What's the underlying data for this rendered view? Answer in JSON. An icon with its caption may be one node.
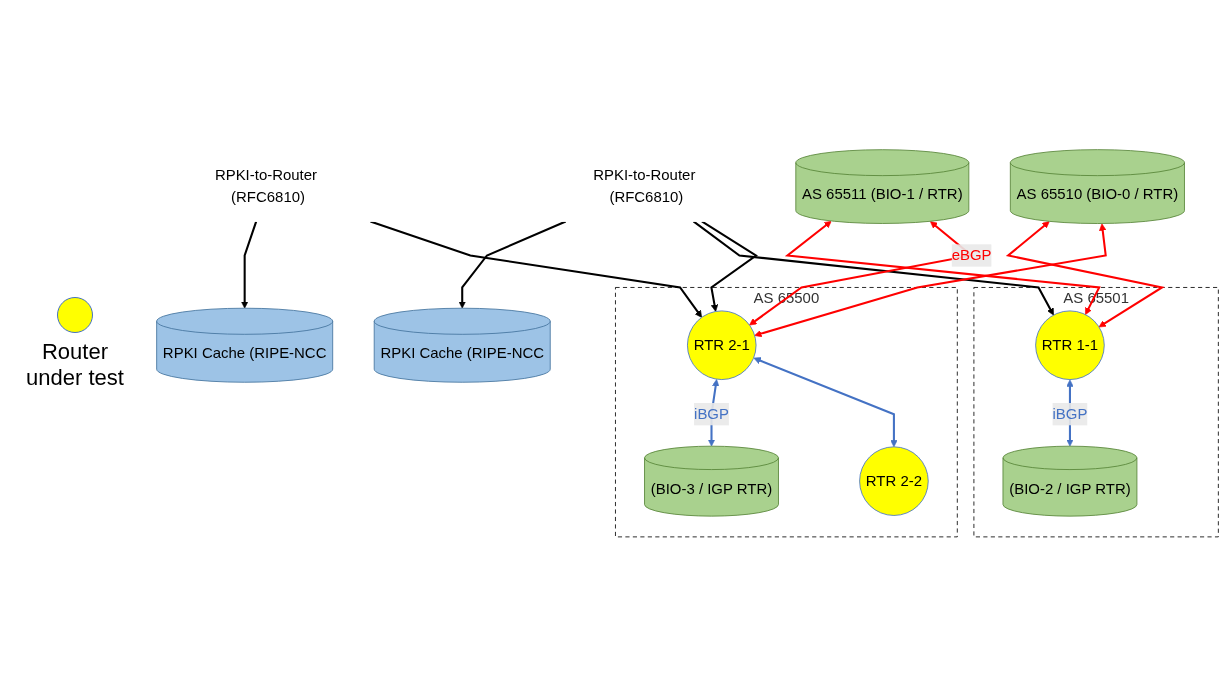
{
  "diagram": {
    "nodes": [
      {
        "text": [
          "RPKI Cache (RIPE-NCC"
        ]
      },
      {
        "text": [
          "AS 65511 (BIO-1 / RTR)"
        ]
      },
      {
        "text": [
          "AS 65510 (BIO-0 / RTR)"
        ]
      },
      {
        "text": [
          "RPKI Cache (RIPE-NCC"
        ]
      },
      {
        "text": [
          "RPKI-to-Router (RFC6810)"
        ]
      },
      {
        "text": [
          "RPKI-to-Router (RFC6810)"
        ]
      },
      {
        "text": [
          "AS 65501"
        ]
      },
      {
        "text": [
          "RTR 1-1"
        ],
        "in": 6
      },
      {
        "text": [
          "(BIO-2 / IGP RTR)"
        ],
        "in": 6
      },
      {
        "text": [
          "AS 65500"
        ]
      },
      {
        "text": [
          "RTR 2-1"
        ],
        "in": 9
      },
      {
        "text": [
          "(BIO-3 / IGP RTR)"
        ],
        "in": 9
      },
      {
        "text": [
          "RTR 2-2"
        ],
        "in": 9
      }
    ],
    "edges": [
      {
        "from": 4,
        "to": 0,
        "arrow": "to"
      },
      {
        "from": 4,
        "to": 7,
        "arrow": "to"
      },
      {
        "from": 4,
        "to": 10,
        "arrow": "to"
      },
      {
        "from": 5,
        "to": 3,
        "arrow": "to"
      },
      {
        "from": 5,
        "to": 10,
        "arrow": "to"
      },
      {
        "from": 1,
        "to": 7,
        "arrow": "both",
        "color": "#ff0000"
      },
      {
        "from": 1,
        "to": 10,
        "arrow": "both",
        "label": "eBGP",
        "color": "#ff0000"
      },
      {
        "from": 2,
        "to": 7,
        "arrow": "both",
        "color": "#ff0000"
      },
      {
        "from": 2,
        "to": 10,
        "arrow": "both",
        "color": "#ff0000"
      },
      {
        "from": 7,
        "to": 8,
        "arrow": "both",
        "label": "iBGP",
        "color": "#4472c4"
      },
      {
        "from": 10,
        "to": 11,
        "arrow": "both",
        "label": "iBGP",
        "color": "#4472c4"
      },
      {
        "from": 10,
        "to": 12,
        "arrow": "both",
        "color": "#4472c4"
      }
    ],
    "legend": [
      {
        "text": "Router under test",
        "color": "#ffff00"
      }
    ]
  }
}
